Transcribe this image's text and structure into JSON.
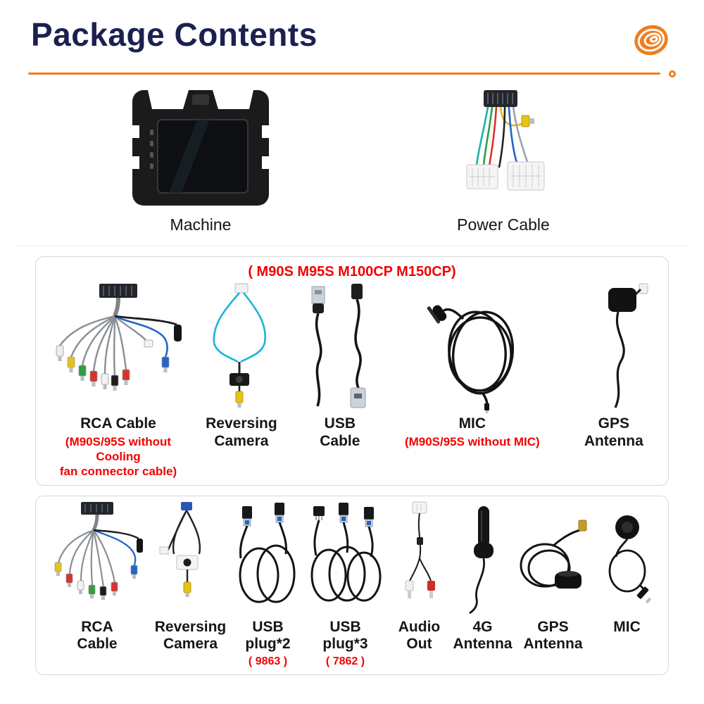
{
  "colors": {
    "accent_orange": "#F07D1E",
    "title_navy": "#1A2150",
    "highlight_red": "#F30000"
  },
  "header": {
    "title": "Package Contents",
    "logo_icon": "swirl-logo"
  },
  "top_section": {
    "items": [
      {
        "label": "Machine",
        "image": "head-unit"
      },
      {
        "label": "Power Cable",
        "image": "power-cable"
      }
    ]
  },
  "box1": {
    "title": "( M90S M95S M100CP M150CP)",
    "items": [
      {
        "label": "RCA Cable",
        "note": "(M90S/95S without Cooling\nfan connector cable)",
        "image": "rca-cable"
      },
      {
        "label": "Reversing\nCamera",
        "image": "reversing-camera"
      },
      {
        "label": "USB\nCable",
        "image": "usb-cable"
      },
      {
        "label": "MIC",
        "note": "(M90S/95S without MIC)",
        "image": "microphone"
      },
      {
        "label": "GPS\nAntenna",
        "image": "gps-antenna"
      }
    ]
  },
  "box2": {
    "items": [
      {
        "label": "RCA\nCable",
        "image": "rca-cable"
      },
      {
        "label": "Reversing\nCamera",
        "image": "reversing-camera"
      },
      {
        "label": "USB\nplug*2",
        "note": "( 9863 )",
        "image": "usb-plugs-2"
      },
      {
        "label": "USB\nplug*3",
        "note": "( 7862 )",
        "image": "usb-plugs-3"
      },
      {
        "label": "Audio\nOut",
        "image": "audio-out-cable"
      },
      {
        "label": "4G\nAntenna",
        "image": "4g-antenna"
      },
      {
        "label": "GPS\nAntenna",
        "image": "gps-antenna"
      },
      {
        "label": "MIC",
        "image": "microphone"
      }
    ]
  }
}
